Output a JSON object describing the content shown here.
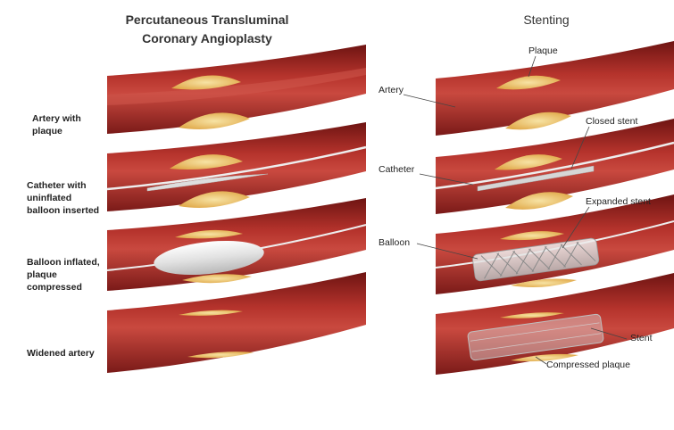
{
  "left_panel": {
    "title_line1": "Percutaneous Transluminal",
    "title_line2": "Coronary Angioplasty",
    "steps": [
      {
        "lines": [
          "Artery with",
          "plaque"
        ]
      },
      {
        "lines": [
          "Catheter with",
          "uninflated",
          "balloon inserted"
        ]
      },
      {
        "lines": [
          "Balloon inflated,",
          "plaque",
          "compressed"
        ]
      },
      {
        "lines": [
          "Widened artery"
        ]
      }
    ]
  },
  "right_panel": {
    "title": "Stenting",
    "labels": {
      "plaque": "Plaque",
      "artery": "Artery",
      "closed_stent": "Closed stent",
      "catheter": "Catheter",
      "expanded_stent": "Expanded stent",
      "balloon": "Balloon",
      "stent": "Stent",
      "compressed_plaque": "Compressed plaque"
    }
  },
  "colors": {
    "artery_dark": "#7a1a18",
    "artery_mid": "#a82c27",
    "artery_light": "#c44a40",
    "plaque": "#e8b85a",
    "plaque_light": "#f5dc98",
    "balloon": "#e6e6e6",
    "stent": "#cfcfcf"
  }
}
